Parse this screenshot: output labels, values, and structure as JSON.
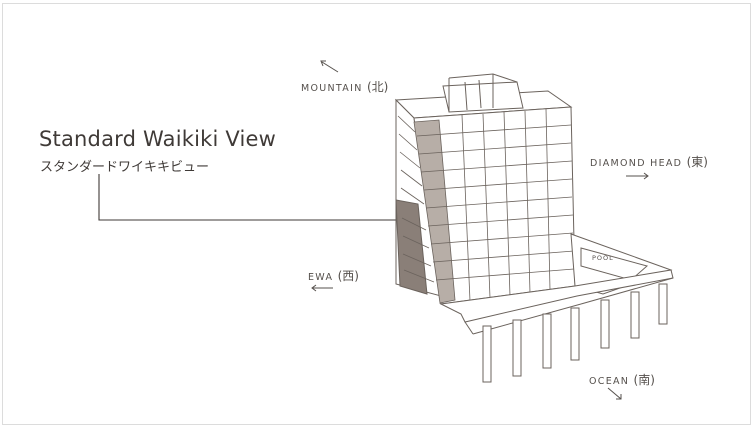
{
  "room": {
    "title": "Standard Waikiki View",
    "title_jp": "スタンダードワイキキビュー"
  },
  "directions": {
    "mountain": {
      "label": "MOUNTAIN",
      "kanji": "(北)"
    },
    "diamond_head": {
      "label": "DIAMOND HEAD",
      "kanji": "(東)"
    },
    "ewa": {
      "label": "EWA",
      "kanji": "(西)"
    },
    "ocean": {
      "label": "OCEAN",
      "kanji": "(南)"
    }
  },
  "pool_label": "POOL",
  "colors": {
    "line": "#6b635d",
    "highlight": "#8a7f78",
    "text": "#3f3a37",
    "frame": "#dcdcdc"
  }
}
